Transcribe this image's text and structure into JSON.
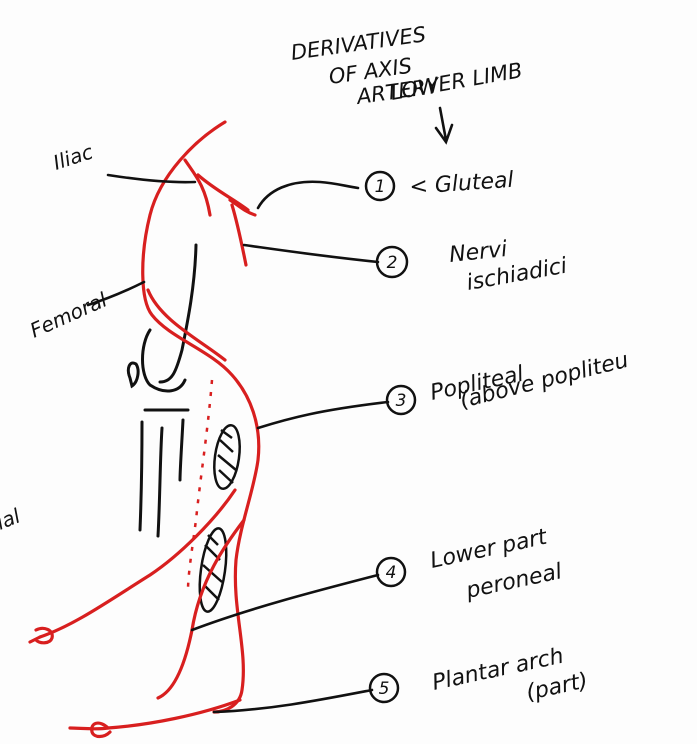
{
  "title_lines": [
    "DERIVATIVES",
    "OF AXIS",
    "ARTERY",
    "LOWER LIMB"
  ],
  "left_labels": {
    "iliac": "Iliac",
    "femoral": "Femoral",
    "tibial_partial": "ial"
  },
  "items": [
    {
      "number": "1",
      "text_lines": [
        "< Gluteal"
      ]
    },
    {
      "number": "2",
      "text_lines": [
        "Nervi",
        "ischiadici"
      ]
    },
    {
      "number": "3",
      "text_lines": [
        "Popliteal",
        "(above popliteu"
      ]
    },
    {
      "number": "4",
      "text_lines": [
        "Lower part",
        "peroneal"
      ]
    },
    {
      "number": "5",
      "text_lines": [
        "Plantar arch",
        "(part)"
      ]
    }
  ],
  "colors": {
    "artery": "#d81f1f",
    "ink": "#111111",
    "paper": "#fdfdfd"
  }
}
